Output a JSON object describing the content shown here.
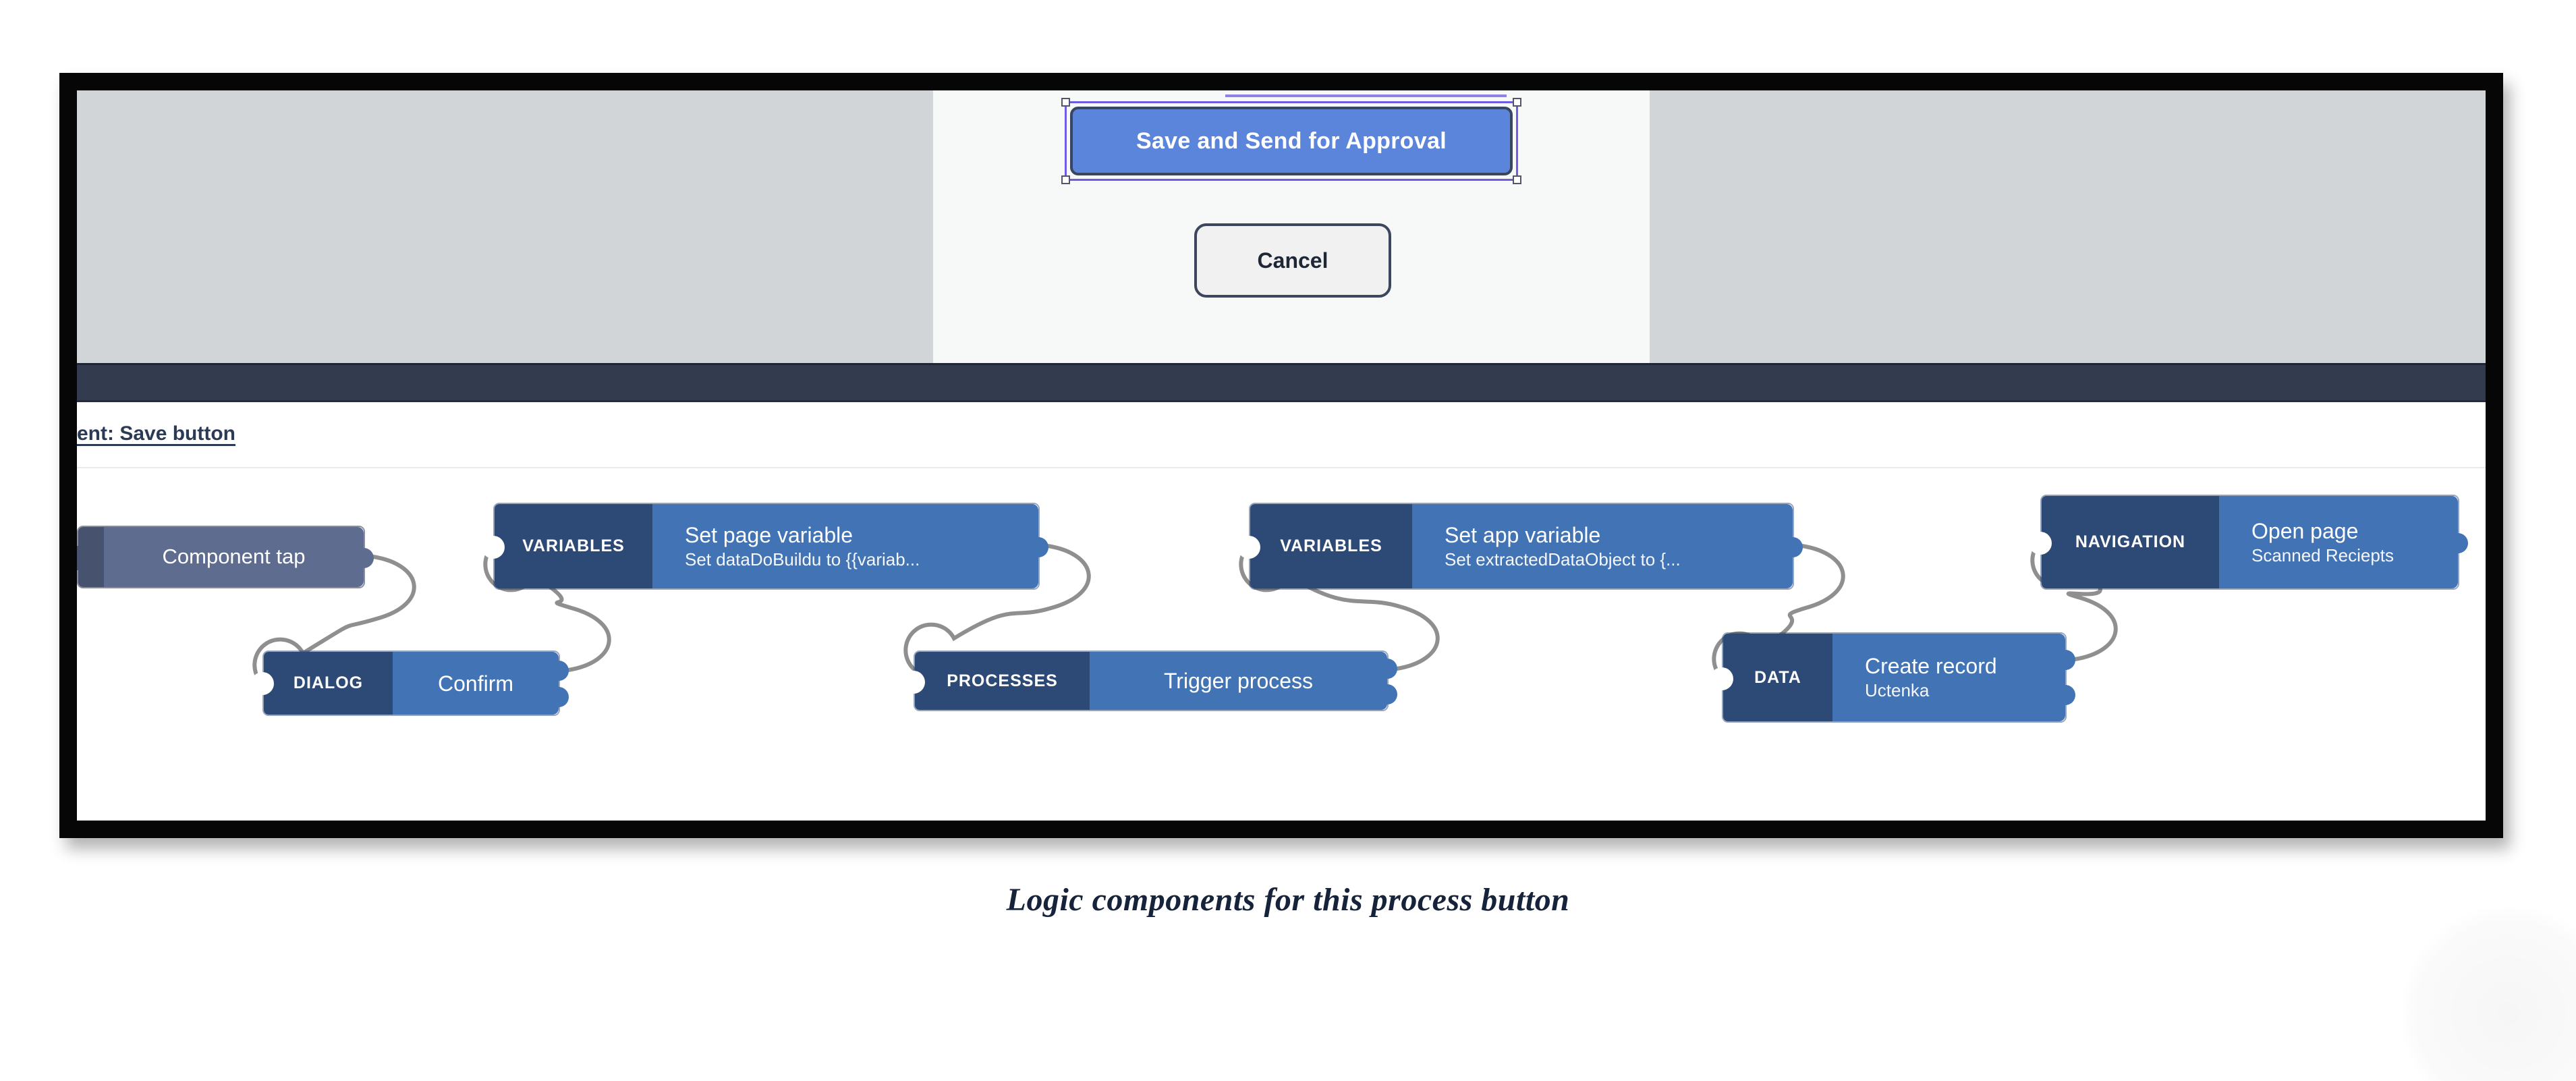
{
  "preview": {
    "save_button_label": "Save and Send for Approval",
    "cancel_button_label": "Cancel"
  },
  "logic_editor": {
    "breadcrumb": "ent: Save button",
    "nodes": [
      {
        "category": "",
        "title": "Component tap",
        "subtitle": ""
      },
      {
        "category": "DIALOG",
        "title": "Confirm",
        "subtitle": ""
      },
      {
        "category": "VARIABLES",
        "title": "Set page variable",
        "subtitle": "Set dataDoBuildu to {{variab..."
      },
      {
        "category": "PROCESSES",
        "title": "Trigger process",
        "subtitle": ""
      },
      {
        "category": "VARIABLES",
        "title": "Set app variable",
        "subtitle": "Set extractedDataObject to {..."
      },
      {
        "category": "DATA",
        "title": "Create record",
        "subtitle": "Uctenka"
      },
      {
        "category": "NAVIGATION",
        "title": "Open page",
        "subtitle": "Scanned Reciepts"
      }
    ]
  },
  "caption": "Logic components for this process button",
  "colors": {
    "save_button": "#5b85da",
    "selection_outline": "#6e5ce2",
    "node_body_blue": "#4273b4",
    "node_category_navy": "#2d4a76",
    "component_tap_body": "#5e6d8f",
    "wire_gray": "#8f8f8f",
    "toolbar_navy": "#333b4e",
    "preview_gray": "#d2d5d8",
    "frame_black": "#060606"
  }
}
